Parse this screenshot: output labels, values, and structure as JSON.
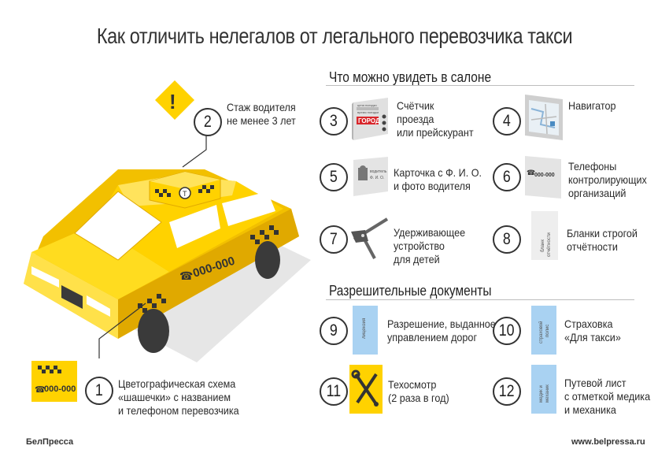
{
  "title": "Как отличить нелегалов от легального перевозчика такси",
  "sections": {
    "salon": "Что можно увидеть в салоне",
    "docs": "Разрешительные документы"
  },
  "items": [
    {
      "num": "1",
      "lines": [
        "Цветографическая схема",
        "«шашечки» с названием",
        "и телефоном перевозчика"
      ]
    },
    {
      "num": "2",
      "lines": [
        "Стаж водителя",
        "не менее 3 лет"
      ]
    },
    {
      "num": "3",
      "lines": [
        "Счётчик",
        "проезда",
        "или прейскурант"
      ]
    },
    {
      "num": "4",
      "lines": [
        "Навигатор"
      ]
    },
    {
      "num": "5",
      "lines": [
        "Карточка с Ф. И. О.",
        "и фото водителя"
      ]
    },
    {
      "num": "6",
      "lines": [
        "Телефоны",
        "контролирующих",
        "организаций"
      ]
    },
    {
      "num": "7",
      "lines": [
        "Удерживающее",
        "устройство",
        "для детей"
      ]
    },
    {
      "num": "8",
      "lines": [
        "Бланки строгой",
        "отчётности"
      ]
    },
    {
      "num": "9",
      "lines": [
        "Разрешение, выданное",
        "управлением дорог"
      ]
    },
    {
      "num": "10",
      "lines": [
        "Страховка",
        "«Для такси»"
      ]
    },
    {
      "num": "11",
      "lines": [
        "Техосмотр",
        "(2 раза в год)"
      ]
    },
    {
      "num": "12",
      "lines": [
        "Путевой лист",
        "с отметкой медика",
        "и механика"
      ]
    }
  ],
  "icons": {
    "meter_display": "ГОРОД",
    "meter_small_1": "цена поездки",
    "meter_small_2": "время поездки",
    "card_text_1": "водитель",
    "card_text_2": "Ф. И. О.",
    "phone_number": "000-000",
    "blank_text_1": "бланк",
    "blank_text_2": "отчётности",
    "license_text": "лицензия",
    "insurance_text_1": "страховой",
    "insurance_text_2": "полис",
    "waybill_text_1": "медик и",
    "waybill_text_2": "механик"
  },
  "car": {
    "phone_number": "000-000",
    "sign_phone": "000-000"
  },
  "footer": {
    "brand": "БелПресса",
    "url": "www.belpressa.ru"
  },
  "colors": {
    "taxi_yellow": "#ffd200",
    "doc_blue": "#a9d2f2",
    "dark": "#333333"
  }
}
